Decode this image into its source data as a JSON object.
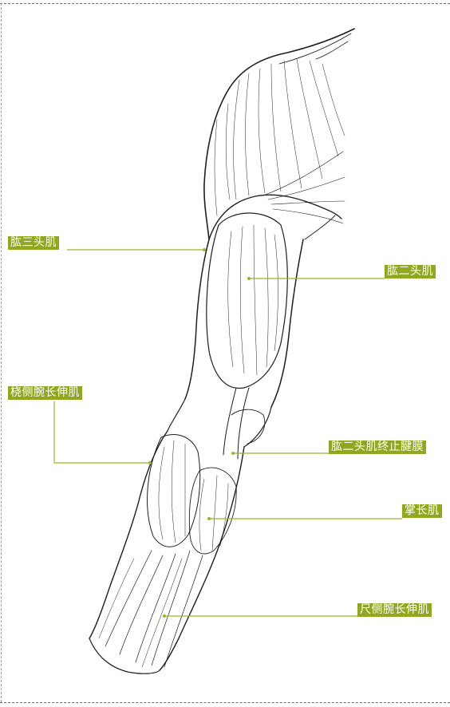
{
  "colors": {
    "label_bg": "#8fa81f",
    "leader_line": "#9bb52a",
    "ink": "#1e1e1e",
    "border": "#6b6b6b"
  },
  "labels": {
    "triceps": "肱三头肌",
    "biceps": "肱二头肌",
    "brachioradialis": "桡侧腕长伸肌",
    "biceps_aponeurosis": "肱二头肌终止腱膜",
    "palmaris_longus": "掌长肌",
    "extensor_carpi_ulnaris": "尺侧腕长伸肌"
  }
}
